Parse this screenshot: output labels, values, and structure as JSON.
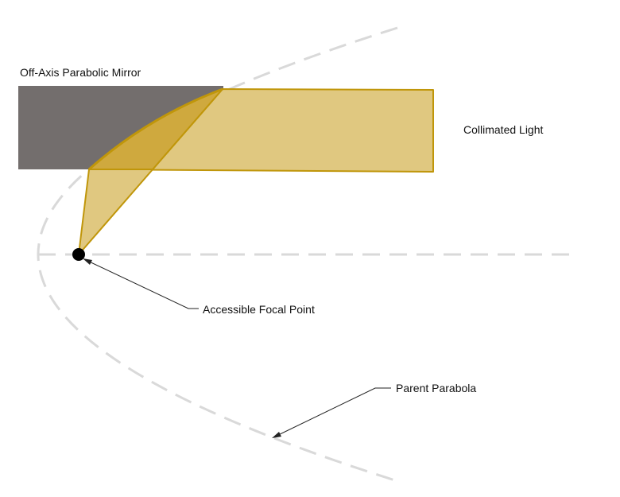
{
  "labels": {
    "mirror": "Off-Axis Parabolic Mirror",
    "collimated": "Collimated Light",
    "focal_point": "Accessible Focal Point",
    "parabola": "Parent Parabola"
  },
  "colors": {
    "mirror": "#736e6d",
    "beam": "#e0c880",
    "beam_dark": "#cfa93e",
    "beam_edge": "#c0960a",
    "parabola": "#d9d9d9",
    "focus": "#000000"
  }
}
